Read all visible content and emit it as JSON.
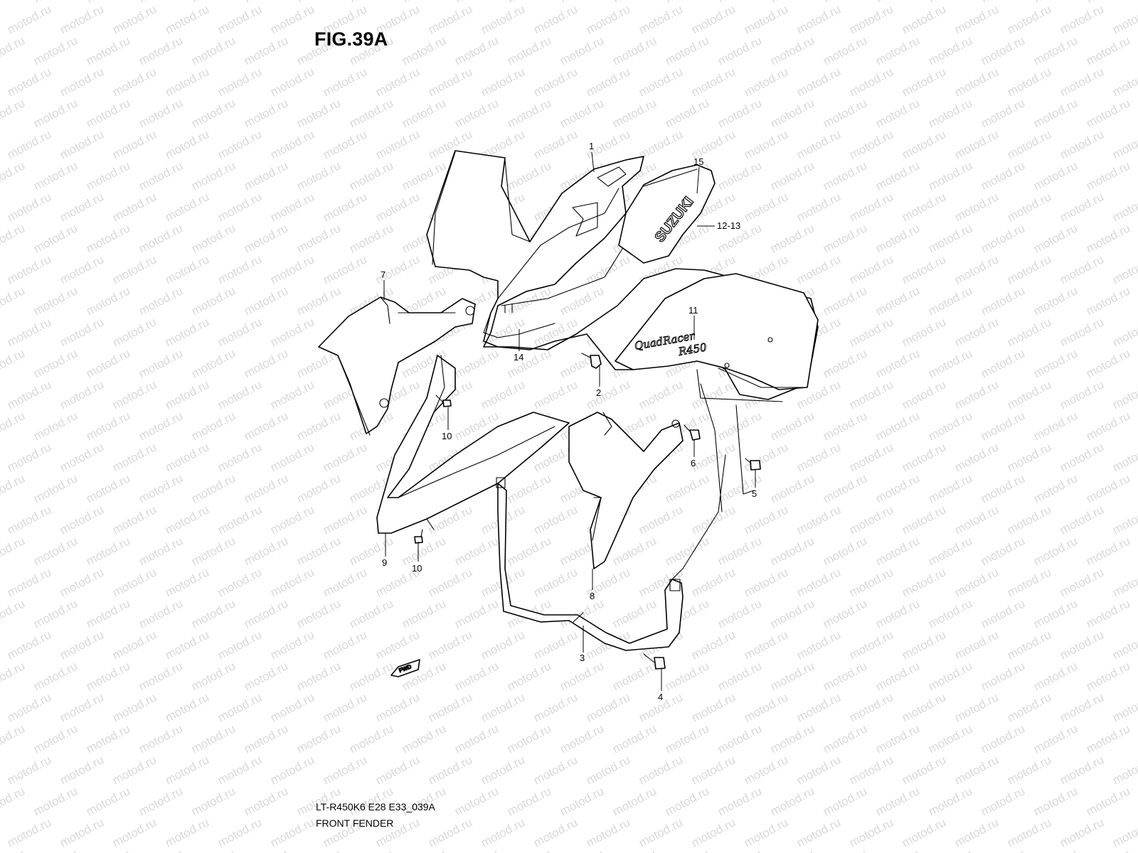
{
  "figure": {
    "title": "FIG.39A",
    "model_code": "LT-R450K6 E28 E33_039A",
    "name": "FRONT FENDER"
  },
  "watermark": "motod.ru",
  "decals": {
    "brand": "SUZUKI",
    "model_line1": "QuadRacer",
    "model_line2": "R450"
  },
  "fwd_label": "FWD",
  "callouts": [
    "1",
    "2",
    "3",
    "4",
    "5",
    "6",
    "7",
    "8",
    "9",
    "10",
    "10",
    "11",
    "12-13",
    "14",
    "15"
  ],
  "colors": {
    "line": "#000000",
    "watermark": "#b9b9b9",
    "background": "#ffffff"
  }
}
